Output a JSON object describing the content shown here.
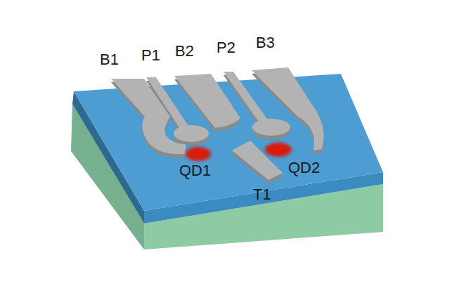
{
  "diagram": {
    "labels": [
      "B1",
      "P1",
      "B2",
      "P2",
      "B3",
      "QD1",
      "T1",
      "QD2"
    ]
  }
}
